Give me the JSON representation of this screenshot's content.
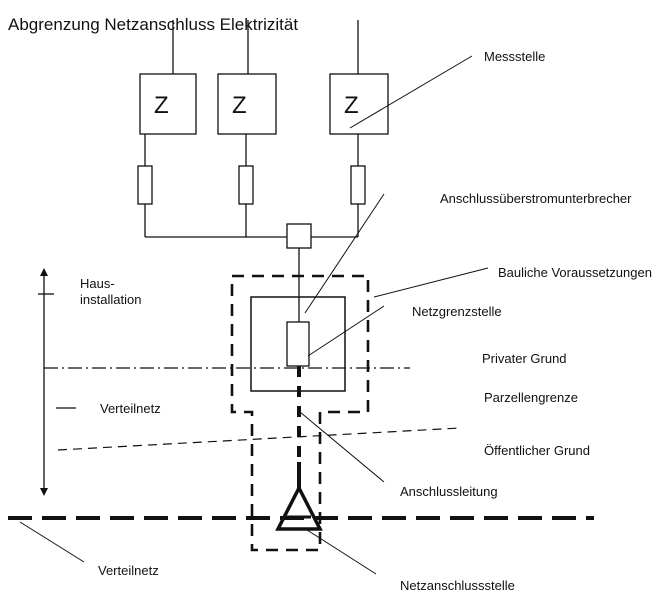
{
  "title": "Abgrenzung Netzanschluss Elektrizität",
  "meters": [
    "Z",
    "Z",
    "Z"
  ],
  "labels": {
    "messstelle": "Messstelle",
    "anschluss_ueberstrom": "Anschlussüberstromunterbrecher",
    "bauliche": "Bauliche Voraussetzungen",
    "haus_installation_line1": "Haus-",
    "haus_installation_line2": "installation",
    "netzgrenzstelle": "Netzgrenzstelle",
    "privater_grund": "Privater Grund",
    "verteilnetz_left": "Verteilnetz",
    "parzellengrenze": "Parzellengrenze",
    "oeffentlicher_grund": "Öffentlicher Grund",
    "anschlussleitung": "Anschlussleitung",
    "verteilnetz_bottom": "Verteilnetz",
    "netzanschlussstelle": "Netzanschlussstelle"
  }
}
